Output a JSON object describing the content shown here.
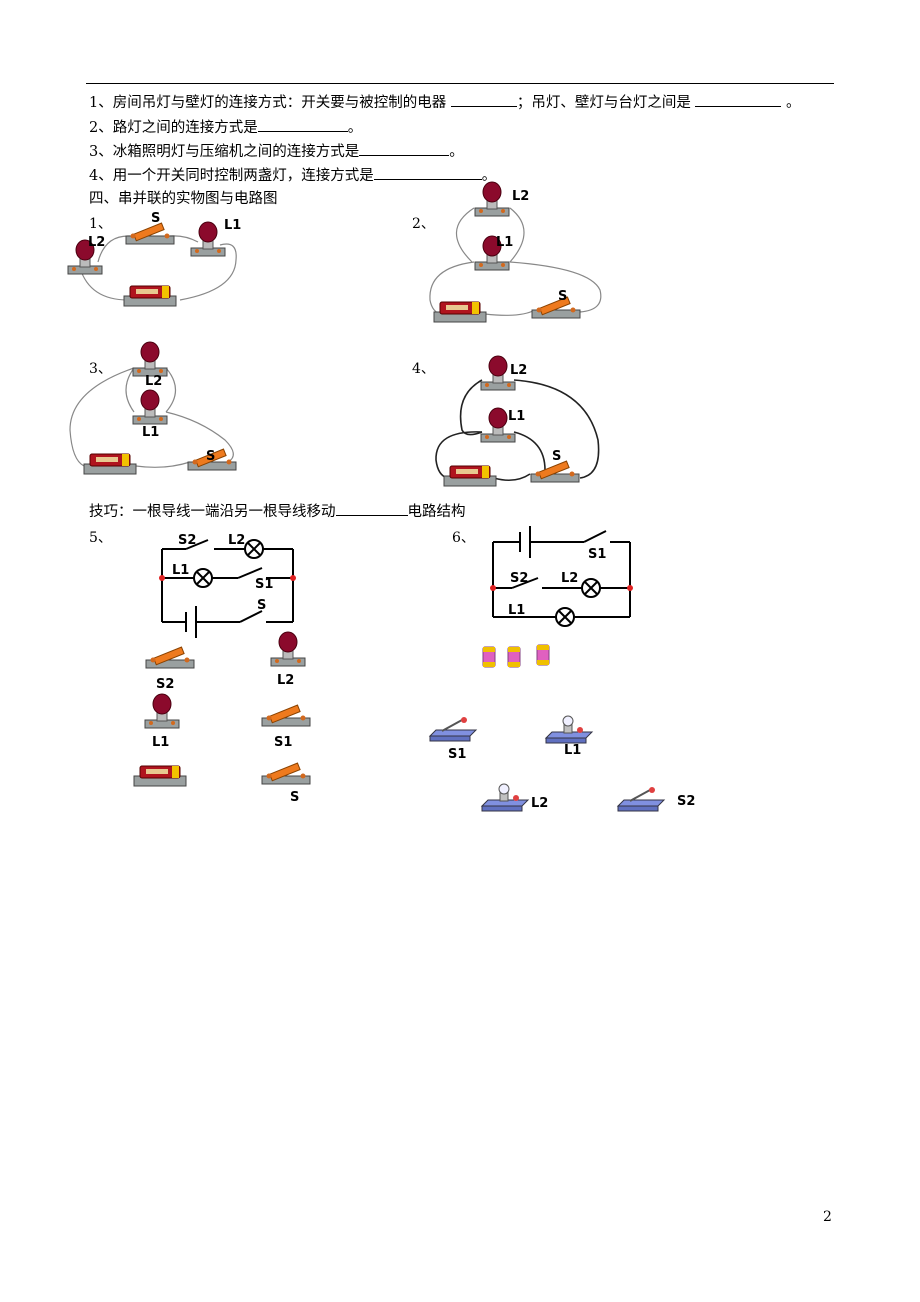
{
  "questions": [
    {
      "text_a": "1、房间吊灯与壁灯的连接方式：开关要与被控制的电器 ",
      "text_b": "；吊灯、壁灯与台灯之间是 ",
      "text_c": " 。"
    },
    {
      "text_a": "2、路灯之间的连接方式是",
      "text_b": "。"
    },
    {
      "text_a": "3、冰箱照明灯与压缩机之间的连接方式是",
      "text_b": "。"
    },
    {
      "text_a": "4、用一个开关同时控制两盏灯，连接方式是",
      "text_b": "。"
    }
  ],
  "section_title": "四、串并联的实物图与电路图",
  "tip": {
    "text_a": "技巧：一根导线一端沿另一根导线移动",
    "text_b": "电路结构"
  },
  "figures": {
    "f1": {
      "num": "1、",
      "labels": [
        "S",
        "L1",
        "L2"
      ]
    },
    "f2": {
      "num": "2、",
      "labels": [
        "L2",
        "L1",
        "S"
      ]
    },
    "f3": {
      "num": "3、",
      "labels": [
        "L2",
        "L1",
        "S"
      ]
    },
    "f4": {
      "num": "4、",
      "labels": [
        "L2",
        "L1",
        "S"
      ]
    },
    "f5": {
      "num": "5、",
      "labels": [
        "S2",
        "L2",
        "L1",
        "S1",
        "S"
      ],
      "objects": [
        "S2",
        "L2",
        "L1",
        "S1",
        "S"
      ]
    },
    "f6": {
      "num": "6、",
      "labels": [
        "S1",
        "S2",
        "L2",
        "L1"
      ],
      "objects": [
        "S1",
        "L1",
        "L2",
        "S2"
      ]
    }
  },
  "page_number": "2"
}
